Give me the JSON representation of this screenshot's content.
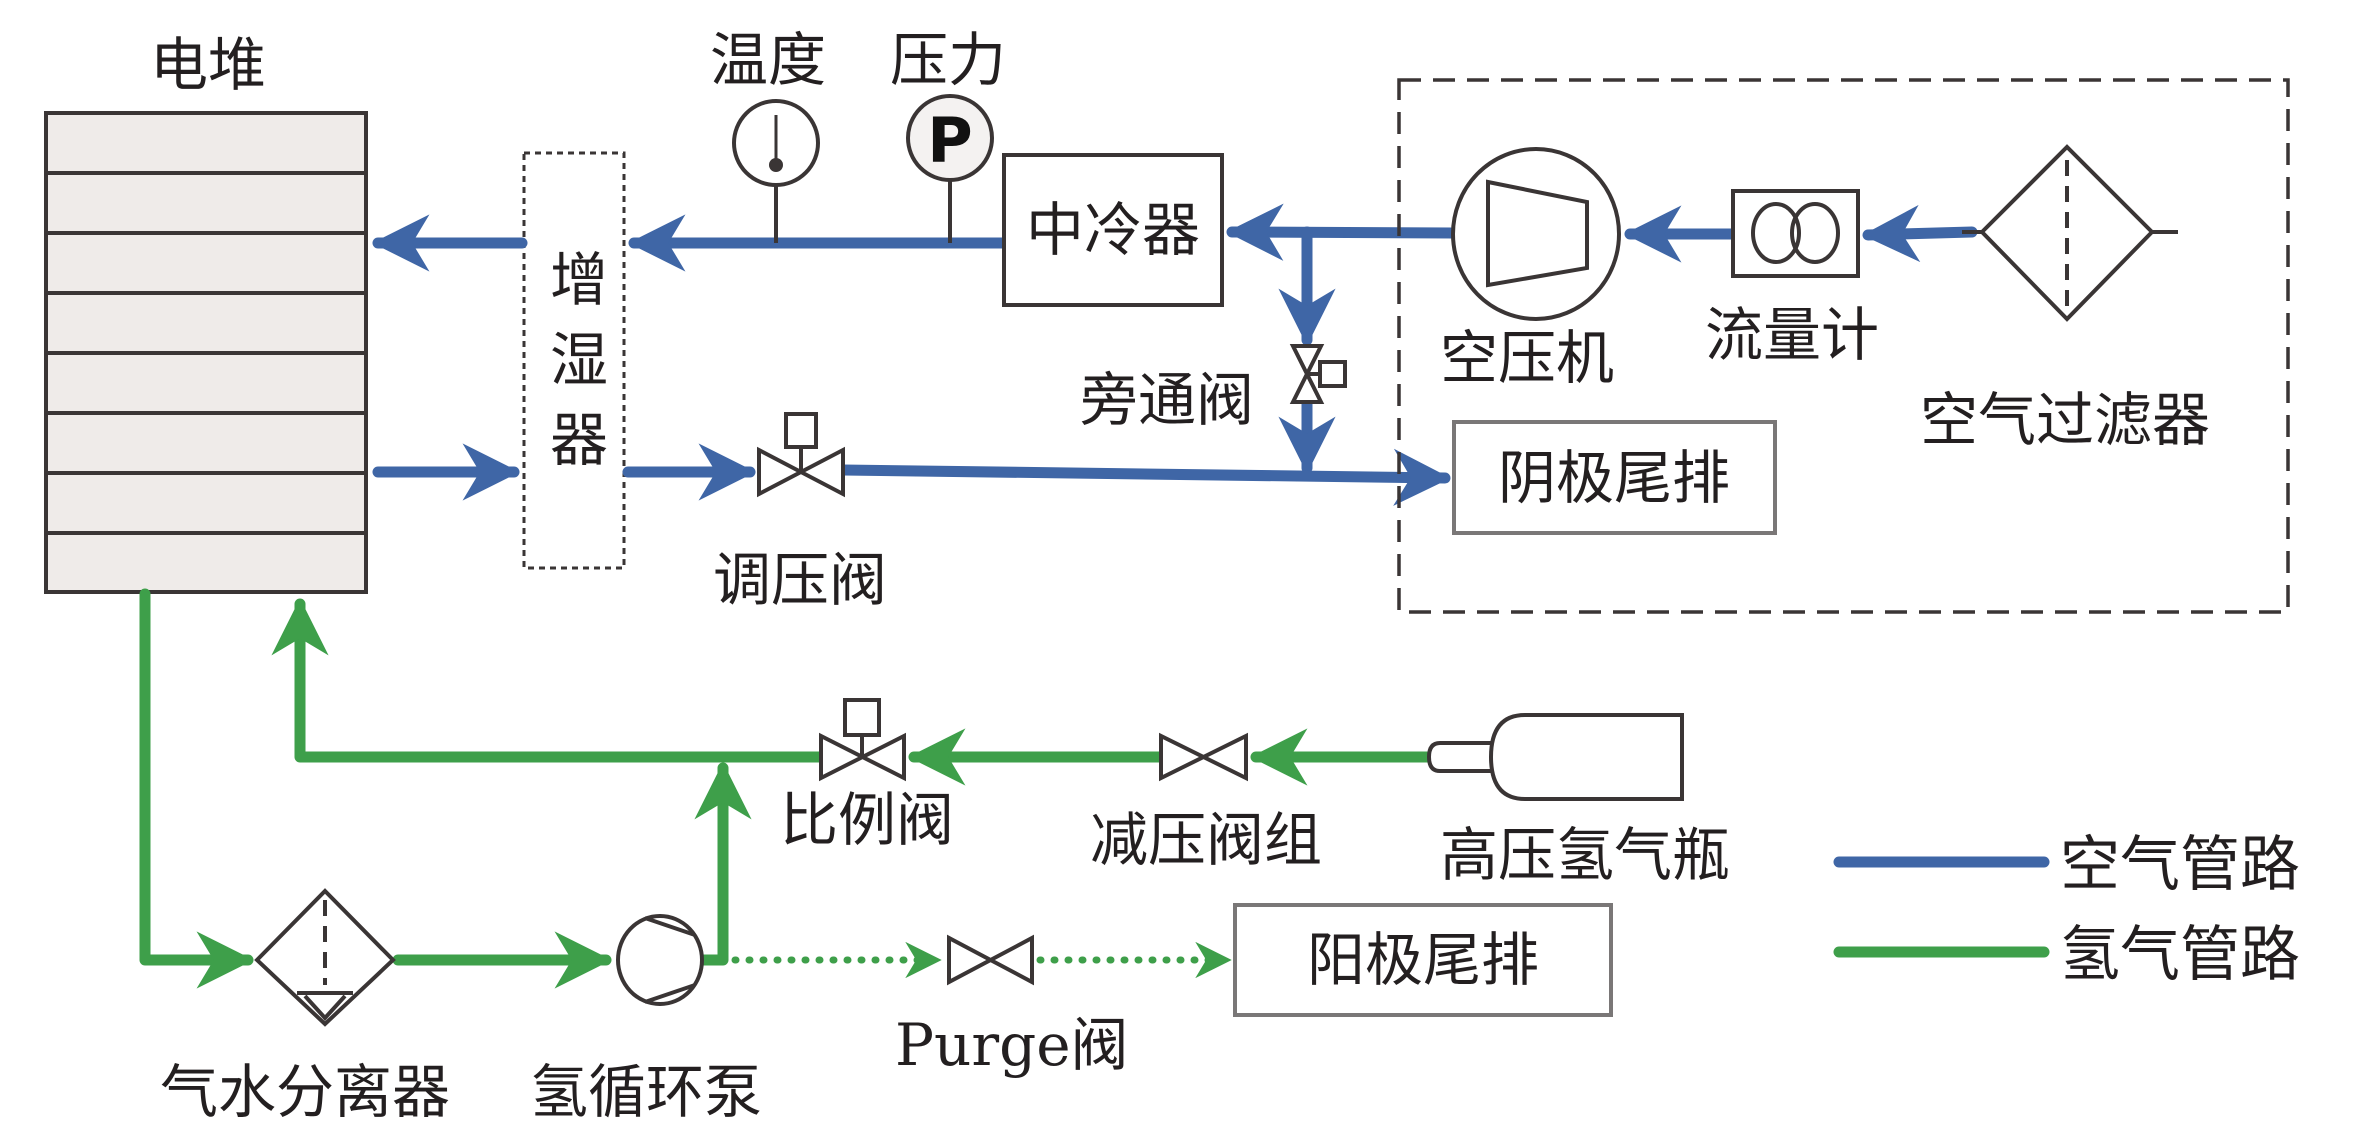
{
  "title": "Fuel cell system air and hydrogen circuit schematic",
  "colors": {
    "air_pipe": "#3f66a6",
    "hydrogen_pipe": "#3e9f4a",
    "outline": "#3a3535",
    "stack_fill": "#efebe9"
  },
  "components": {
    "stack": "电堆",
    "humidifier": [
      "增",
      "湿",
      "器"
    ],
    "temperature": "温度",
    "pressure": "压力",
    "pressure_symbol": "P",
    "intercooler": "中冷器",
    "compressor": "空压机",
    "flowmeter": "流量计",
    "air_filter": "空气过滤器",
    "bypass_valve": "旁通阀",
    "back_pressure_valve": "调压阀",
    "cathode_exhaust": "阴极尾排",
    "proportional_valve": "比例阀",
    "pressure_reducer": "减压阀组",
    "hydrogen_tank": "高压氢气瓶",
    "water_separator": "气水分离器",
    "recirculation_pump": "氢循环泵",
    "purge_valve": "Purge阀",
    "anode_exhaust": "阳极尾排"
  },
  "legend": [
    {
      "label": "空气管路",
      "type": "air"
    },
    {
      "label": "氢气管路",
      "type": "hydrogen"
    }
  ]
}
